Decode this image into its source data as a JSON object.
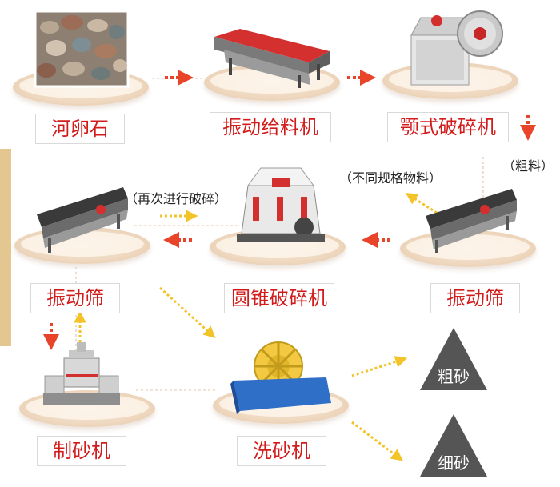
{
  "nodes": {
    "river_pebble": "河卵石",
    "vibrating_feeder": "振动给料机",
    "jaw_crusher": "颚式破碎机",
    "vibrating_screen_right": "振动筛",
    "cone_crusher": "圆锥破碎机",
    "vibrating_screen_left": "振动筛",
    "sand_maker": "制砂机",
    "sand_washer": "洗砂机"
  },
  "notes": {
    "coarse_material": "（粗料）",
    "irregular_material": "（不同规格物料）",
    "recrush": "（再次进行破碎）"
  },
  "products": {
    "coarse_sand": "粗砂",
    "fine_sand": "细砂"
  },
  "colors": {
    "label_text": "#d21c1c",
    "arrow_red": "#e8442a",
    "arrow_yellow": "#f3c32a",
    "product_triangle": "#555555",
    "side_bar": "#e3c690"
  }
}
